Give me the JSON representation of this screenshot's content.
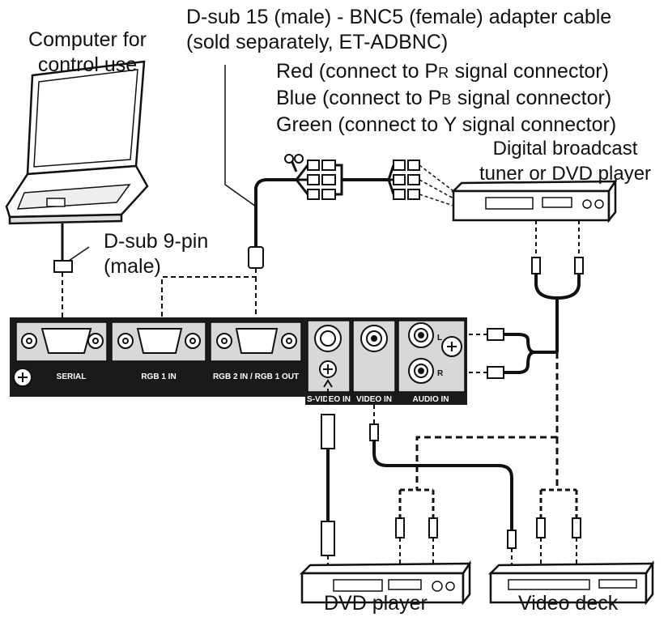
{
  "labels": {
    "computer_line1": "Computer for",
    "computer_line2": "control use",
    "dsub9_line1": "D-sub 9-pin",
    "dsub9_line2": "(male)",
    "adapter_line1": "D-sub 15 (male) - BNC5 (female) adapter cable",
    "adapter_line2": "(sold separately, ET-ADBNC)",
    "red_pre": "Red (connect to P",
    "red_sub": "R",
    "red_post": " signal connector)",
    "blue_pre": "Blue (connect to P",
    "blue_sub": "B",
    "blue_post": " signal connector)",
    "green": "Green (connect to Y signal connector)",
    "tuner_line1": "Digital broadcast",
    "tuner_line2": "tuner or DVD player",
    "dvd_player": "DVD player",
    "video_deck": "Video deck"
  },
  "panel": {
    "serial": "SERIAL",
    "rgb1in": "RGB 1 IN",
    "rgb2": "RGB 2 IN / RGB 1 OUT",
    "svideo": "S-VIDEO IN",
    "videoin": "VIDEO IN",
    "audioin": "AUDIO IN",
    "audio_l": "L",
    "audio_r": "R"
  }
}
